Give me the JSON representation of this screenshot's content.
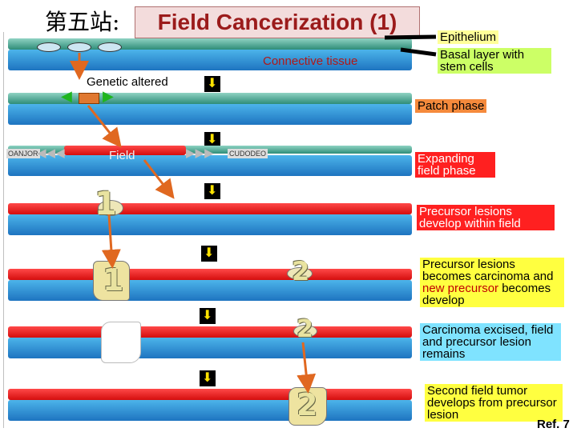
{
  "title_prefix": "第五站:",
  "title": "Field Cancerization (1)",
  "labels": {
    "connective_tissue": "Connective tissue",
    "epithelium": "Epithelium",
    "basal_layer": "Basal layer with stem cells",
    "genetic_altered": "Genetic altered",
    "field": "Field",
    "left_tag": "OANJOR",
    "right_tag": "CUDODEO",
    "num1": "1",
    "num2": "2"
  },
  "phases": [
    {
      "text": "Patch phase",
      "color": "#f58a3c"
    },
    {
      "text": "Expanding field phase",
      "color": "#ff2020"
    },
    {
      "text": "Precursor lesions develop within field",
      "color": "#ff2020"
    },
    {
      "text": "Precursor lesions becomes carcinoma and",
      "highlight": "new precursor",
      "tail": "becomes develop",
      "color": "#ffff40"
    },
    {
      "text": "Carcinoma excised, field and precursor lesion remains",
      "color": "#7fe3ff"
    },
    {
      "text": "Second field tumor develops from precursor lesion",
      "color": "#ffff40"
    }
  ],
  "ref": "Ref. 7",
  "colors": {
    "epithelium_box": "#ffff99",
    "basal_box": "#ccff66",
    "highlight_text": "#c00000"
  }
}
